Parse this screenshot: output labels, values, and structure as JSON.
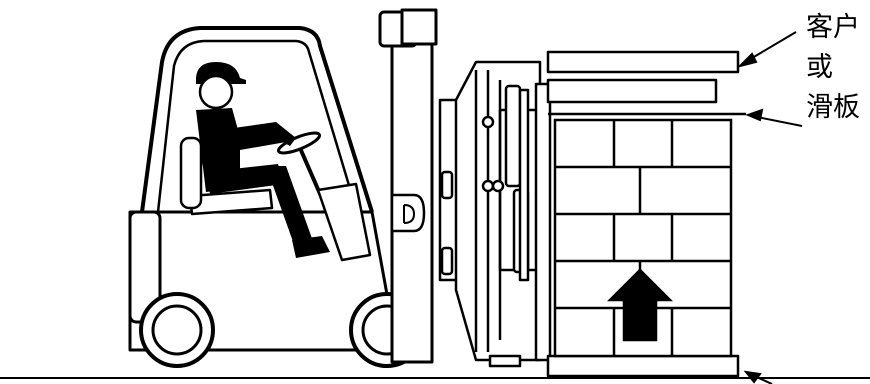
{
  "diagram": {
    "label_line1": "客户",
    "label_line2": "或",
    "label_line3": "滑板"
  },
  "icons": {
    "forklift": "forklift-icon",
    "operator": "operator-icon",
    "load": "palletized-load-icon",
    "arrow": "up-arrow-icon"
  }
}
